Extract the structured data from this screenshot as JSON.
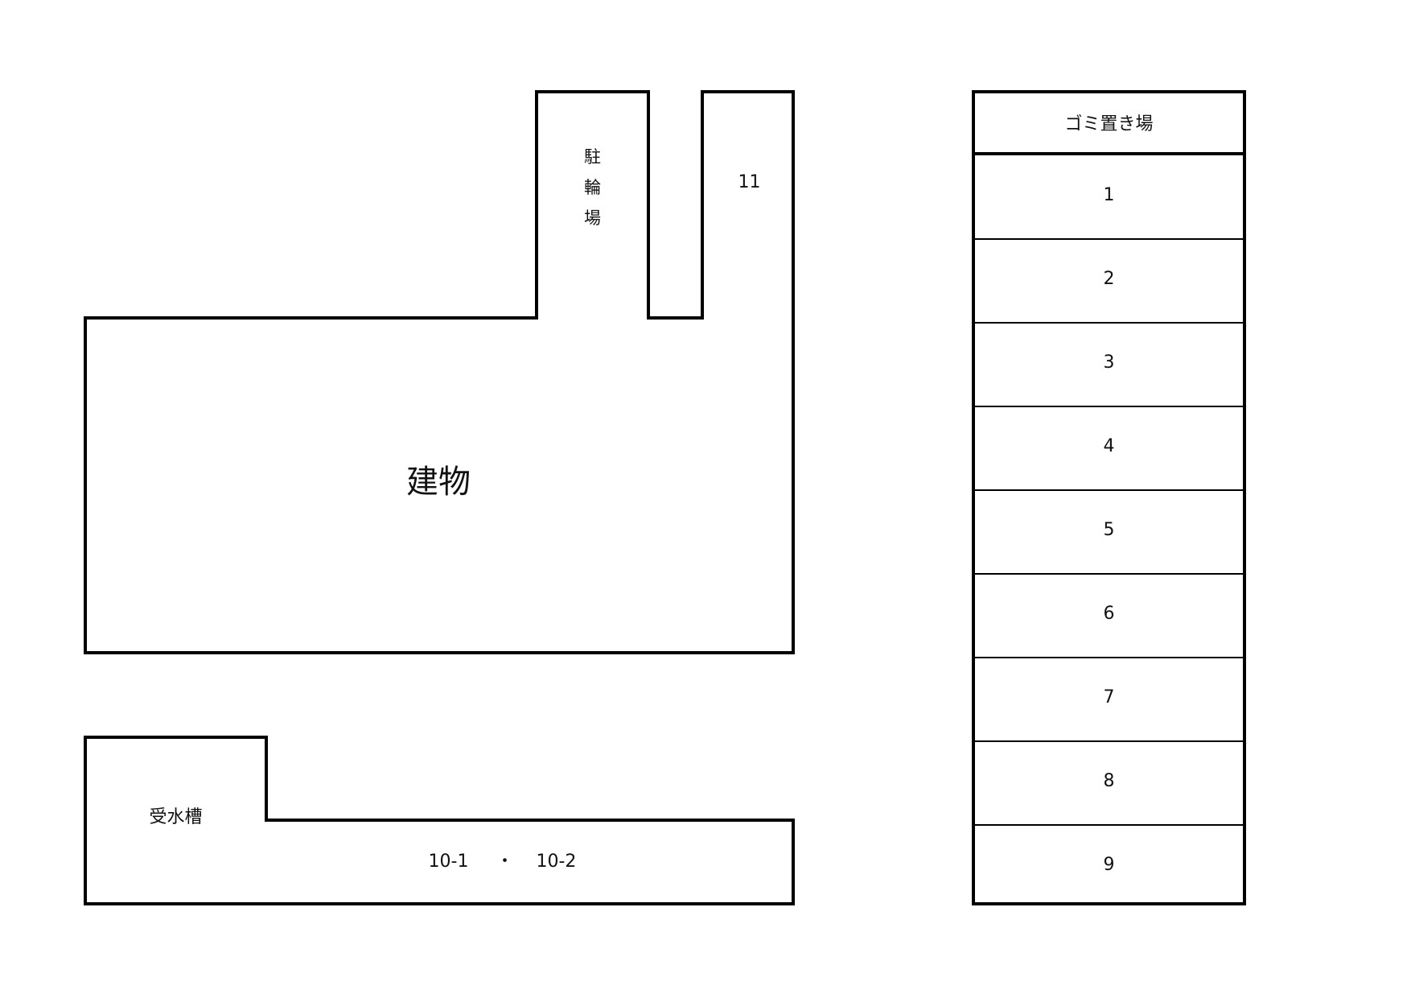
{
  "diagram": {
    "type": "site-parking-layout",
    "building": {
      "label": "建物"
    },
    "bicycle_parking": {
      "label": "駐輪場",
      "chars": [
        "駐",
        "輪",
        "場"
      ]
    },
    "space_11": {
      "label": "11"
    },
    "water_tank": {
      "label": "受水槽"
    },
    "space_10": {
      "left": "10-1",
      "separator": "・",
      "right": "10-2"
    },
    "parking_column": {
      "header": "ゴミ置き場",
      "slots": [
        {
          "label": "1"
        },
        {
          "label": "2"
        },
        {
          "label": "3"
        },
        {
          "label": "4"
        },
        {
          "label": "5"
        },
        {
          "label": "6"
        },
        {
          "label": "7"
        },
        {
          "label": "8"
        },
        {
          "label": "9"
        }
      ]
    }
  },
  "colors": {
    "stroke": "#000000",
    "background": "#ffffff",
    "text": "#111111"
  }
}
